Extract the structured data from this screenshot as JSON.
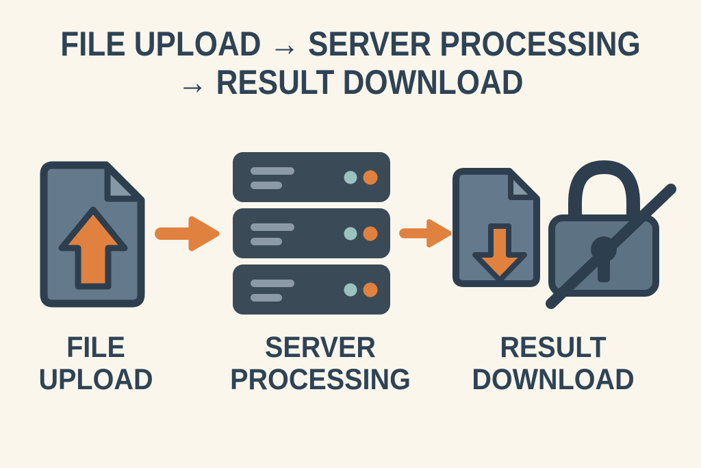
{
  "title": {
    "line1": "FILE UPLOAD → SERVER PROCESSING",
    "line2": "→ RESULT DOWNLOAD"
  },
  "flow": {
    "steps": [
      {
        "name": "file-upload",
        "label_line1": "FILE",
        "label_line2": "UPLOAD",
        "icon": "file-upload-icon"
      },
      {
        "name": "server-processing",
        "label_line1": "SERVER",
        "label_line2": "PROCESSING",
        "icon": "server-stack-icon"
      },
      {
        "name": "result-download",
        "label_line1": "RESULT",
        "label_line2": "DOWNLOAD",
        "icon": "file-download-icon"
      }
    ],
    "connector_icon": "arrow-right-icon",
    "security_icon": "lock-crossed-out-icon"
  },
  "icons": [
    "file-upload-icon",
    "arrow-right-icon",
    "server-stack-icon",
    "file-download-icon",
    "lock-crossed-out-icon"
  ],
  "colors": {
    "background": "#faf6ec",
    "text": "#2e4355",
    "accent_orange": "#e0813f",
    "slate_dark": "#2d3f4e",
    "slate_medium": "#3a4b57",
    "slate_light": "#64798b",
    "doc_fold": "#8598a6",
    "server_line": "#8b9aa6",
    "dot_teal": "#9cc2c0",
    "lock_body": "#5d7383"
  }
}
